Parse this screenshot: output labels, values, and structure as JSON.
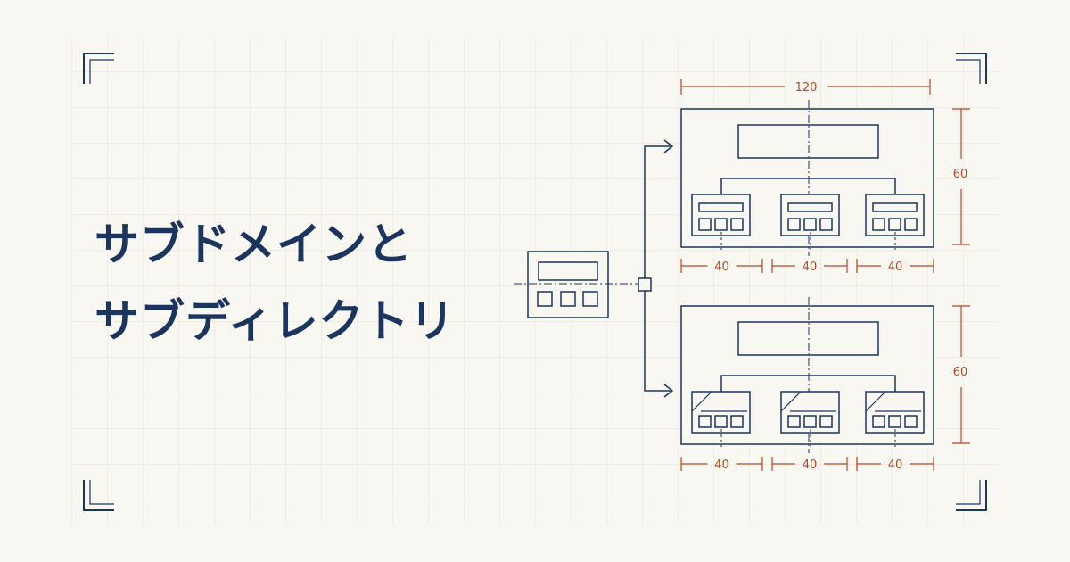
{
  "title": {
    "line1": "サブドメインと",
    "line2": "サブディレクトリ"
  },
  "dimensions": {
    "width_total": "120",
    "height": "60",
    "segment": "40"
  },
  "colors": {
    "background": "#f9f7f2",
    "grid": "#e7e4dc",
    "ink": "#1b355f",
    "dimension": "#b24a24"
  }
}
